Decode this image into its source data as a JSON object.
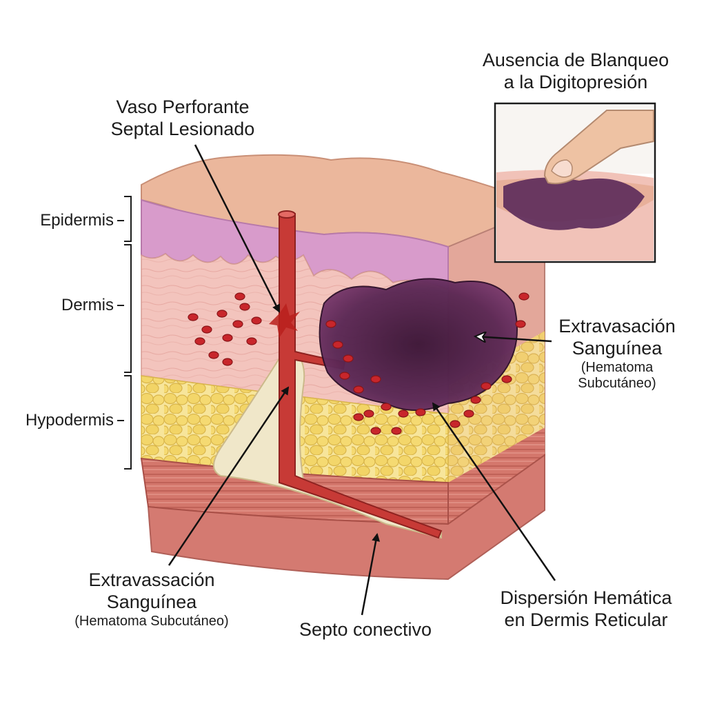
{
  "labels": {
    "inset_title_1": "Ausencia de Blanqueo",
    "inset_title_2": "a la Digitopresión",
    "vaso_1": "Vaso Perforante",
    "vaso_2": "Septal Lesionado",
    "epidermis": "Epidermis",
    "dermis": "Dermis",
    "hypodermis": "Hypodermis",
    "extrav_right_1": "Extravasación",
    "extrav_right_2": "Sanguínea",
    "extrav_right_3": "(Hematoma",
    "extrav_right_4": "Subcutáneo)",
    "extrav_left_1": "Extravassación",
    "extrav_left_2": "Sanguínea",
    "extrav_left_3": "(Hematoma Subcutáneo)",
    "septo": "Septo conectivo",
    "dispersion_1": "Dispersión Hemática",
    "dispersion_2": "en Dermis Reticular"
  },
  "colors": {
    "epidermis_surface": "#ecb49a",
    "epidermis_layer": "#d99ac9",
    "dermis": "#f2c1bb",
    "fat": "#f4dc7a",
    "septum": "#efe6c8",
    "muscle": "#d7786e",
    "vessel": "#c73a36",
    "hematoma": "#4a1f44",
    "rbc": "#c8262b"
  },
  "icons": [
    "finger-icon",
    "red-blood-cell-icon"
  ]
}
